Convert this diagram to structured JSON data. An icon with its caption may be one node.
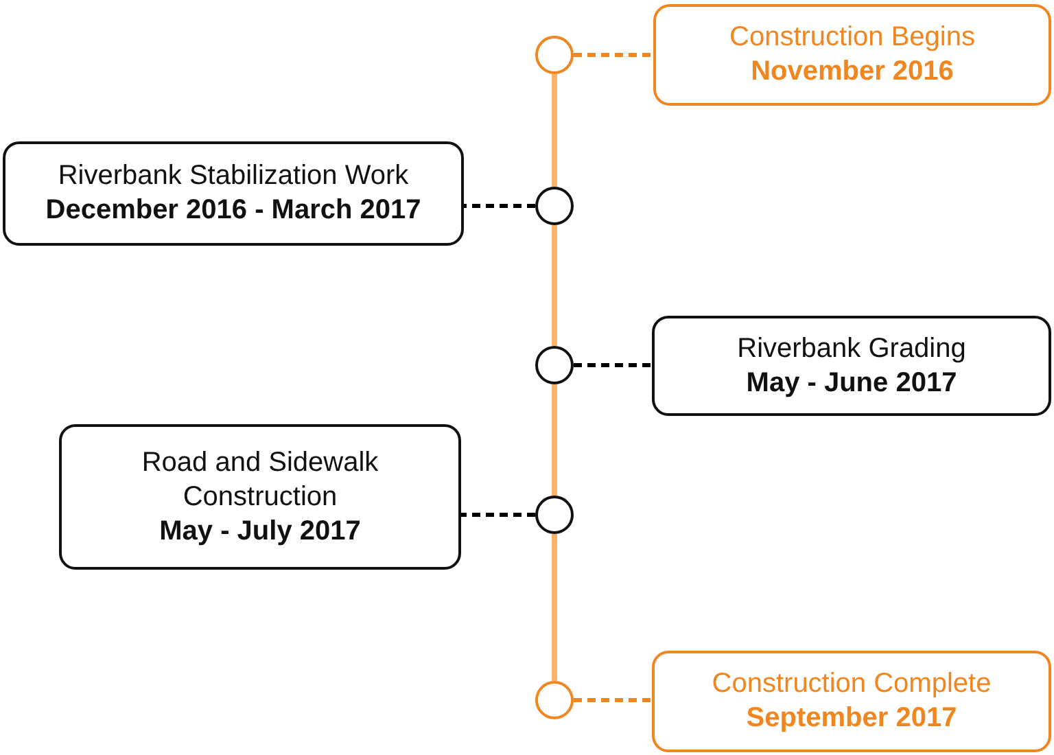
{
  "diagram": {
    "nodes": [
      {
        "text": [],
        "shape": "circle"
      },
      {
        "text": [
          "Construction Begins",
          "November 2016"
        ]
      },
      {
        "text": [
          "Riverbank Stabilization Work",
          "December 2016 - March 2017"
        ]
      },
      {
        "text": [],
        "shape": "circle"
      },
      {
        "text": [],
        "shape": "circle"
      },
      {
        "text": [
          "Riverbank Grading",
          "May - June 2017"
        ]
      },
      {
        "text": [
          "Road and Sidewalk Construction",
          "May - July 2017"
        ]
      },
      {
        "text": [],
        "shape": "circle"
      },
      {
        "text": [],
        "shape": "circle"
      },
      {
        "text": [
          "Construction Complete",
          "September 2017"
        ]
      }
    ],
    "edges": [
      {
        "from": 0,
        "to": 3,
        "arrow": "none",
        "color": "#f8b36c"
      },
      {
        "from": 3,
        "to": 4,
        "arrow": "none",
        "color": "#f8b36c"
      },
      {
        "from": 4,
        "to": 7,
        "arrow": "none",
        "color": "#f8b36c"
      },
      {
        "from": 7,
        "to": 8,
        "arrow": "none",
        "color": "#f8b36c"
      },
      {
        "from": 0,
        "to": 1,
        "arrow": "none",
        "style": "dashed",
        "color": "#f0861f"
      },
      {
        "from": 3,
        "to": 2,
        "arrow": "none",
        "style": "dashed",
        "color": "#000000"
      },
      {
        "from": 4,
        "to": 5,
        "arrow": "none",
        "style": "dashed",
        "color": "#000000"
      },
      {
        "from": 7,
        "to": 6,
        "arrow": "none",
        "style": "dashed",
        "color": "#000000"
      },
      {
        "from": 8,
        "to": 9,
        "arrow": "none",
        "style": "dashed",
        "color": "#f0861f"
      }
    ]
  }
}
